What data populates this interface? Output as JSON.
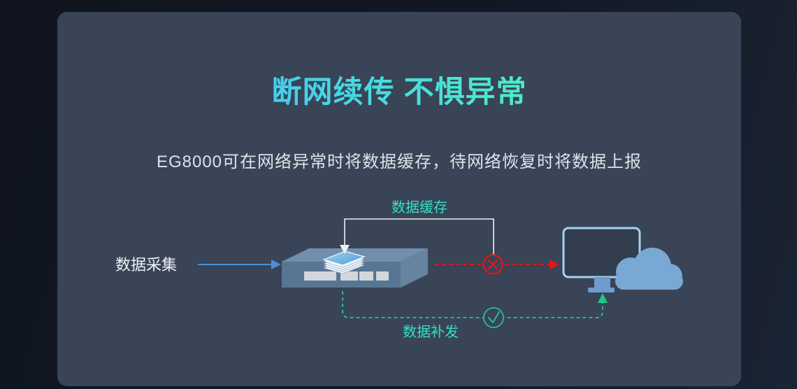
{
  "hero": {
    "title": "断网续传 不惧异常",
    "subtitle": "EG8000可在网络异常时将数据缓存，待网络恢复时将数据上报"
  },
  "diagram": {
    "source_label": "数据采集",
    "cache_label": "数据缓存",
    "resend_label": "数据补发",
    "icons": {
      "failure": "x-circle-icon",
      "success": "check-circle-icon",
      "device": "gateway-device-icon",
      "cache": "paper-stack-icon",
      "target": "monitor-cloud-icon"
    }
  },
  "colors": {
    "page_bg": "#121724",
    "panel_bg": "#394456",
    "title_gradient_start": "#46cdf0",
    "title_gradient_end": "#4beec7",
    "accent_teal": "#35e0c6",
    "flow_blue": "#4a8fd8",
    "error_red": "#e81414",
    "success_green": "#2abf92",
    "cloud_blue": "#7aa8d5",
    "monitor_stroke": "#a6d2f2"
  }
}
